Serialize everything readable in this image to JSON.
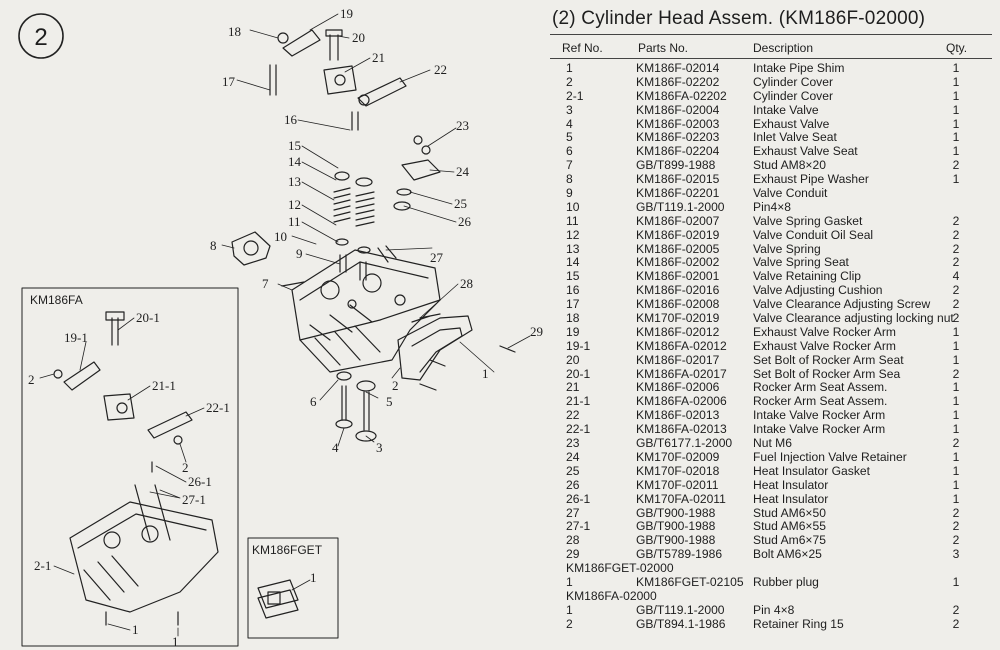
{
  "figure_number": "2",
  "title": "(2) Cylinder Head Assem. (KM186F-02000)",
  "table_headers": {
    "ref_no": "Ref No.",
    "parts_no": "Parts No.",
    "description": "Description",
    "qty": "Qty."
  },
  "rows": [
    {
      "ref": "1",
      "part": "KM186F-02014",
      "desc": "Intake Pipe Shim",
      "qty": "1"
    },
    {
      "ref": "2",
      "part": "KM186F-02202",
      "desc": "Cylinder Cover",
      "qty": "1"
    },
    {
      "ref": "2-1",
      "part": "KM186FA-02202",
      "desc": "Cylinder Cover",
      "qty": "1"
    },
    {
      "ref": "3",
      "part": "KM186F-02004",
      "desc": "Intake Valve",
      "qty": "1"
    },
    {
      "ref": "4",
      "part": "KM186F-02003",
      "desc": "Exhaust Valve",
      "qty": "1"
    },
    {
      "ref": "5",
      "part": "KM186F-02203",
      "desc": "Inlet Valve Seat",
      "qty": "1"
    },
    {
      "ref": "6",
      "part": "KM186F-02204",
      "desc": "Exhaust Valve Seat",
      "qty": "1"
    },
    {
      "ref": "7",
      "part": "GB/T899-1988",
      "desc": "Stud AM8×20",
      "qty": "2"
    },
    {
      "ref": "8",
      "part": "KM186F-02015",
      "desc": "Exhaust Pipe Washer",
      "qty": "1"
    },
    {
      "ref": "9",
      "part": "KM186F-02201",
      "desc": "Valve Conduit",
      "qty": ""
    },
    {
      "ref": "10",
      "part": "GB/T119.1-2000",
      "desc": "Pin4×8",
      "qty": ""
    },
    {
      "ref": "11",
      "part": "KM186F-02007",
      "desc": "Valve Spring Gasket",
      "qty": "2"
    },
    {
      "ref": "12",
      "part": "KM186F-02019",
      "desc": "Valve Conduit Oil Seal",
      "qty": "2"
    },
    {
      "ref": "13",
      "part": "KM186F-02005",
      "desc": "Valve Spring",
      "qty": "2"
    },
    {
      "ref": "14",
      "part": "KM186F-02002",
      "desc": "Valve Spring Seat",
      "qty": "2"
    },
    {
      "ref": "15",
      "part": "KM186F-02001",
      "desc": "Valve Retaining Clip",
      "qty": "4"
    },
    {
      "ref": "16",
      "part": "KM186F-02016",
      "desc": "Valve Adjusting Cushion",
      "qty": "2"
    },
    {
      "ref": "17",
      "part": "KM186F-02008",
      "desc": "Valve Clearance Adjusting Screw",
      "qty": "2"
    },
    {
      "ref": "18",
      "part": "KM170F-02019",
      "desc": "Valve Clearance adjusting locking nut",
      "qty": "2"
    },
    {
      "ref": "19",
      "part": "KM186F-02012",
      "desc": "Exhaust Valve Rocker Arm",
      "qty": "1"
    },
    {
      "ref": "19-1",
      "part": "KM186FA-02012",
      "desc": "Exhaust Valve Rocker Arm",
      "qty": "1"
    },
    {
      "ref": "20",
      "part": "KM186F-02017",
      "desc": "Set Bolt of Rocker Arm Seat",
      "qty": "1"
    },
    {
      "ref": "20-1",
      "part": "KM186FA-02017",
      "desc": "Set Bolt of Rocker Arm Sea",
      "qty": "2"
    },
    {
      "ref": "21",
      "part": "KM186F-02006",
      "desc": "Rocker Arm Seat Assem.",
      "qty": "1"
    },
    {
      "ref": "21-1",
      "part": "KM186FA-02006",
      "desc": "Rocker Arm Seat Assem.",
      "qty": "1"
    },
    {
      "ref": "22",
      "part": "KM186F-02013",
      "desc": "Intake Valve Rocker Arm",
      "qty": "1"
    },
    {
      "ref": "22-1",
      "part": "KM186FA-02013",
      "desc": "Intake Valve Rocker Arm",
      "qty": "1"
    },
    {
      "ref": "23",
      "part": "GB/T6177.1-2000",
      "desc": "Nut M6",
      "qty": "2"
    },
    {
      "ref": "24",
      "part": "KM170F-02009",
      "desc": "Fuel Injection Valve Retainer",
      "qty": "1"
    },
    {
      "ref": "25",
      "part": "KM170F-02018",
      "desc": "Heat Insulator Gasket",
      "qty": "1"
    },
    {
      "ref": "26",
      "part": "KM170F-02011",
      "desc": "Heat Insulator",
      "qty": "1"
    },
    {
      "ref": "26-1",
      "part": "KM170FA-02011",
      "desc": "Heat Insulator",
      "qty": "1"
    },
    {
      "ref": "27",
      "part": "GB/T900-1988",
      "desc": "Stud AM6×50",
      "qty": "2"
    },
    {
      "ref": "27-1",
      "part": "GB/T900-1988",
      "desc": "Stud AM6×55",
      "qty": "2"
    },
    {
      "ref": "28",
      "part": "GB/T900-1988",
      "desc": "Stud Am6×75",
      "qty": "2"
    },
    {
      "ref": "29",
      "part": "GB/T5789-1986",
      "desc": "Bolt  AM6×25",
      "qty": "3"
    },
    {
      "section": "KM186FGET-02000"
    },
    {
      "ref": "1",
      "part": "KM186FGET-02105",
      "desc": "Rubber plug",
      "qty": "1"
    },
    {
      "section": "KM186FA-02000"
    },
    {
      "ref": "1",
      "part": "GB/T119.1-2000",
      "desc": "Pin 4×8",
      "qty": "2"
    },
    {
      "ref": "2",
      "part": "GB/T894.1-1986",
      "desc": "Retainer Ring 15",
      "qty": "2"
    }
  ],
  "diagram": {
    "inset_fa_title": "KM186FA",
    "inset_fget_title": "KM186FGET",
    "callouts": [
      "1",
      "2",
      "3",
      "4",
      "5",
      "6",
      "7",
      "8",
      "9",
      "10",
      "11",
      "12",
      "13",
      "14",
      "15",
      "16",
      "17",
      "18",
      "19",
      "20",
      "21",
      "22",
      "23",
      "24",
      "25",
      "26",
      "27",
      "28",
      "29"
    ],
    "inset_fa_callouts": [
      "20-1",
      "19-1",
      "21-1",
      "22-1",
      "2",
      "2",
      "26-1",
      "27-1",
      "2-1",
      "1",
      "1"
    ],
    "inset_fget_callouts": [
      "1"
    ]
  }
}
